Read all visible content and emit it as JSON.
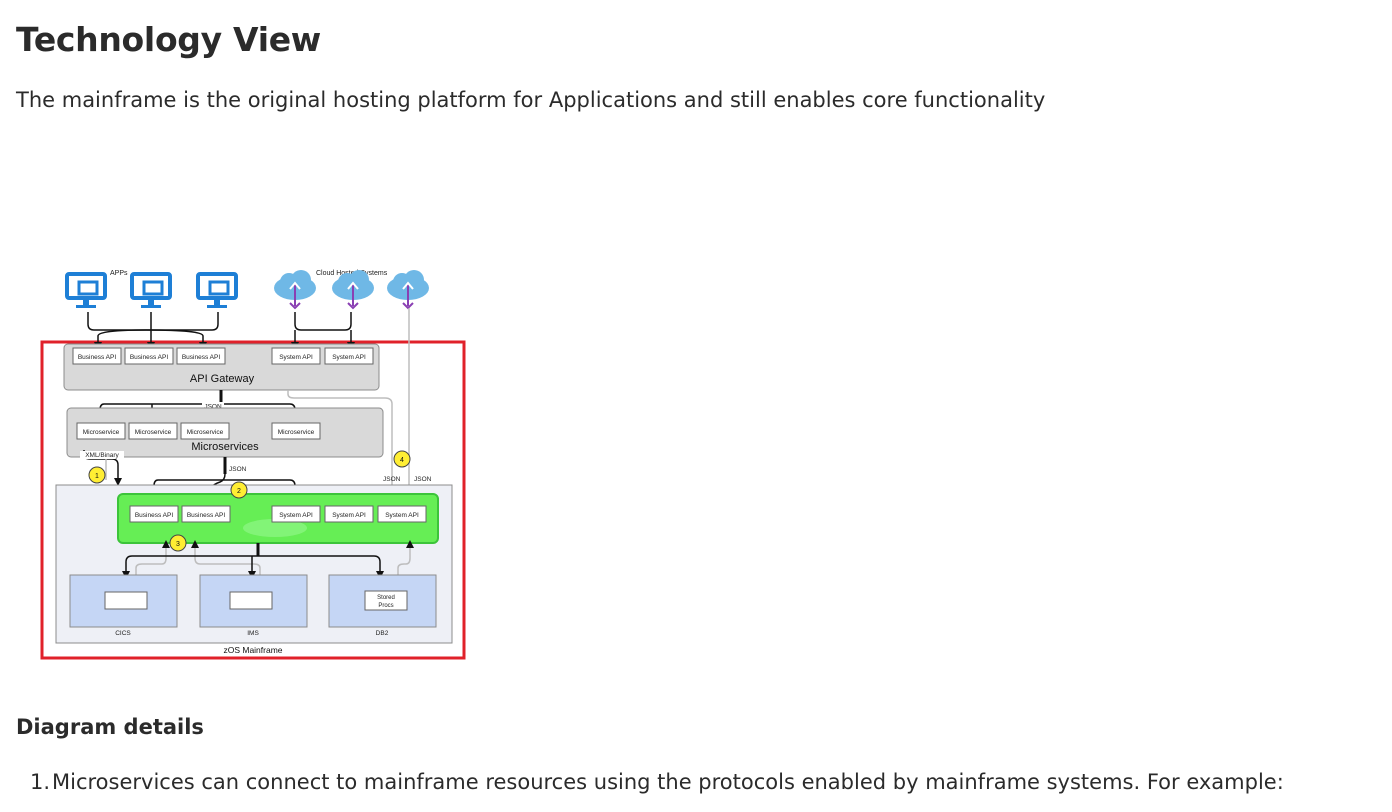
{
  "page": {
    "title": "Technology View",
    "intro": "The mainframe is the original hosting platform for Applications and still enables core functionality"
  },
  "diagram": {
    "apps_label": "APPs",
    "cloud_label": "Cloud Hosted Systems",
    "gateway": {
      "title": "API Gateway",
      "business_apis": [
        "Business API",
        "Business API",
        "Business API"
      ],
      "system_apis": [
        "System API",
        "System API"
      ]
    },
    "json_label": "JSON",
    "microservices": {
      "title": "Microservices",
      "items": [
        "Microservice",
        "Microservice",
        "Microservice",
        "Microservice"
      ]
    },
    "xml_label": "XML/Binary",
    "json_label_2": "JSON",
    "json_label_3": "JSON",
    "json_label_4": "JSON",
    "markers": [
      "1",
      "2",
      "3",
      "4"
    ],
    "mainframe_apis": {
      "business_apis": [
        "Business API",
        "Business API"
      ],
      "system_apis": [
        "System API",
        "System API",
        "System API"
      ]
    },
    "subsystems": [
      {
        "name": "CICS",
        "inner": ""
      },
      {
        "name": "IMS",
        "inner": ""
      },
      {
        "name": "DB2",
        "inner": "Stored Procs"
      }
    ],
    "stored_procs_line1": "Stored",
    "stored_procs_line2": "Procs",
    "mainframe_label": "zOS Mainframe",
    "colors": {
      "border_red": "#e0212a",
      "gateway_gray": "#d9d9d9",
      "green_box": "#66ee55",
      "subsystem_blue": "#c5d6f5",
      "marker_yellow": "#ffee33",
      "monitor_blue": "#1e7fd6",
      "cloud_blue": "#6fb8e6",
      "arrow_purple": "#8a3fb3"
    }
  },
  "details": {
    "heading": "Diagram details",
    "items": [
      {
        "number": "1.",
        "text": "Microservices can connect to mainframe resources using the protocols enabled by mainframe systems. For example:"
      }
    ]
  }
}
